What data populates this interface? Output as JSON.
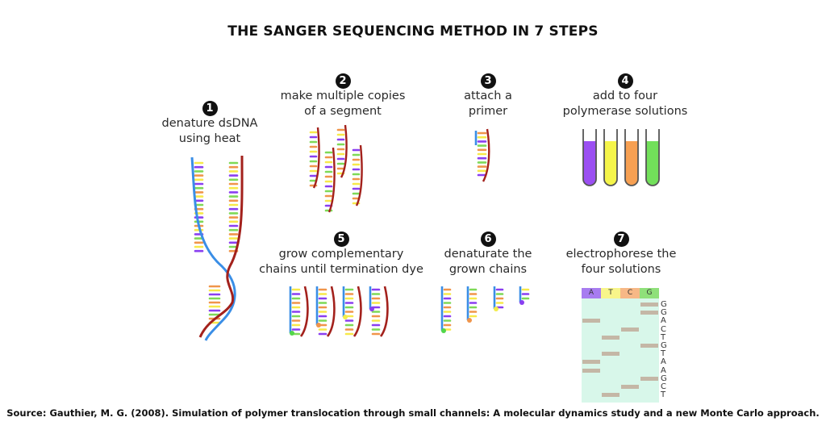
{
  "title": "THE SANGER SEQUENCING METHOD IN 7 STEPS",
  "steps": [
    {
      "number": "1",
      "line1": "denature dsDNA",
      "line2": "using heat"
    },
    {
      "number": "2",
      "line1": "make multiple copies",
      "line2": "of a segment"
    },
    {
      "number": "3",
      "line1": "attach a",
      "line2": "primer"
    },
    {
      "number": "4",
      "line1": "add to four",
      "line2": "polymerase solutions"
    },
    {
      "number": "5",
      "line1": "grow complementary",
      "line2": "chains until termination dye"
    },
    {
      "number": "6",
      "line1": "denaturate the",
      "line2": "grown chains"
    },
    {
      "number": "7",
      "line1": "electrophorese the",
      "line2": "four solutions"
    }
  ],
  "colors": {
    "strand_blue": "#3a8ee6",
    "strand_red": "#a3211c",
    "base_colors": [
      "#f7e94a",
      "#f0954a",
      "#7ed957",
      "#8a3ff0"
    ],
    "tube_colors": [
      "#9b4ff2",
      "#f5f54a",
      "#f7a052",
      "#72e05a"
    ],
    "gel_header_colors": [
      "#a77cf0",
      "#f8f58a",
      "#f7b886",
      "#8fe07a"
    ],
    "gel_bg": "#d8f7ea",
    "band": "#c4b7a6"
  },
  "gel": {
    "lanes": [
      "A",
      "T",
      "C",
      "G"
    ],
    "sequence": [
      "G",
      "G",
      "A",
      "C",
      "T",
      "G",
      "T",
      "A",
      "A",
      "G",
      "C",
      "T"
    ]
  },
  "source": "Source: Gauthier, M. G. (2008). Simulation of polymer translocation through small channels: A molecular dynamics study and a new Monte Carlo approach."
}
